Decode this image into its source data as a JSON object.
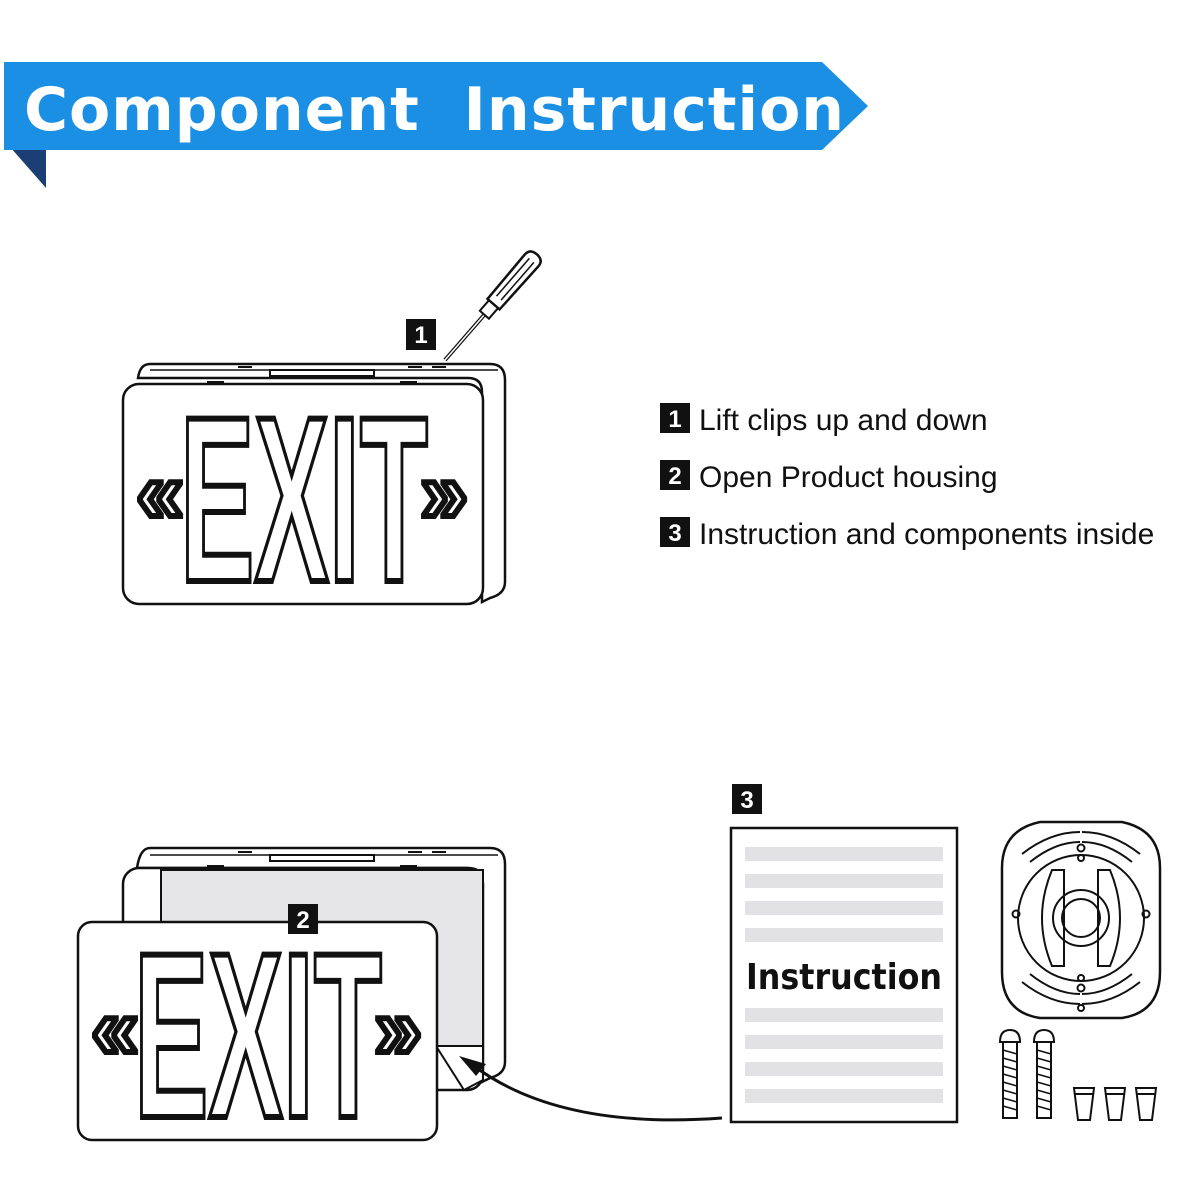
{
  "banner": {
    "title": "Component  Instruction",
    "color": "#1a8fe3",
    "shadow_color": "#1b3f74"
  },
  "sign": {
    "label": "EXIT",
    "arrow_left": "«",
    "arrow_right": "»"
  },
  "steps": [
    {
      "number": "1",
      "text": "Lift clips up and down"
    },
    {
      "number": "2",
      "text": "Open Product housing"
    },
    {
      "number": "3",
      "text": "Instruction and components inside"
    }
  ],
  "manual": {
    "title": "Instruction"
  },
  "icons": [
    "screwdriver-icon",
    "mounting-plate-icon",
    "screw-icon",
    "wire-nut-icon"
  ]
}
